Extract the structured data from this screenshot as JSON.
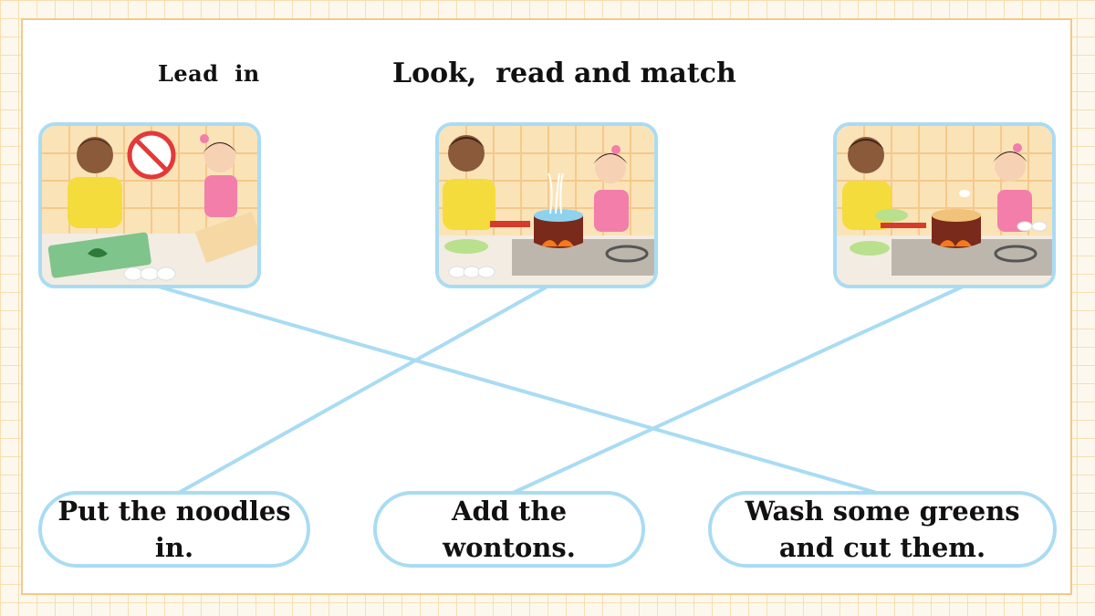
{
  "header": {
    "lead_in": "Lead  in",
    "instruction": "Look,  read and match"
  },
  "pictures": [
    {
      "icon": "boy-cutting-greens-girl-washing-scene"
    },
    {
      "icon": "girl-putting-noodles-in-pot-scene"
    },
    {
      "icon": "girl-adding-wontons-to-pot-scene"
    }
  ],
  "phrases": [
    {
      "line1": "Put the noodles",
      "line2": "in."
    },
    {
      "line1": "Add the",
      "line2": "wontons."
    },
    {
      "line1": "Wash some greens",
      "line2": "and cut them."
    }
  ],
  "matches": [
    {
      "picture": 1,
      "phrase": 3
    },
    {
      "picture": 2,
      "phrase": 1
    },
    {
      "picture": 3,
      "phrase": 2
    }
  ],
  "colors": {
    "frame_border": "#a9dcf3",
    "match_line": "#a9dcf3",
    "panel_border": "#f4c988",
    "grid_line": "#f6dfb0",
    "wall_tile": "#f5c98b",
    "girl_apron": "#f27ea9",
    "boy_shirt": "#f4dc3c"
  }
}
